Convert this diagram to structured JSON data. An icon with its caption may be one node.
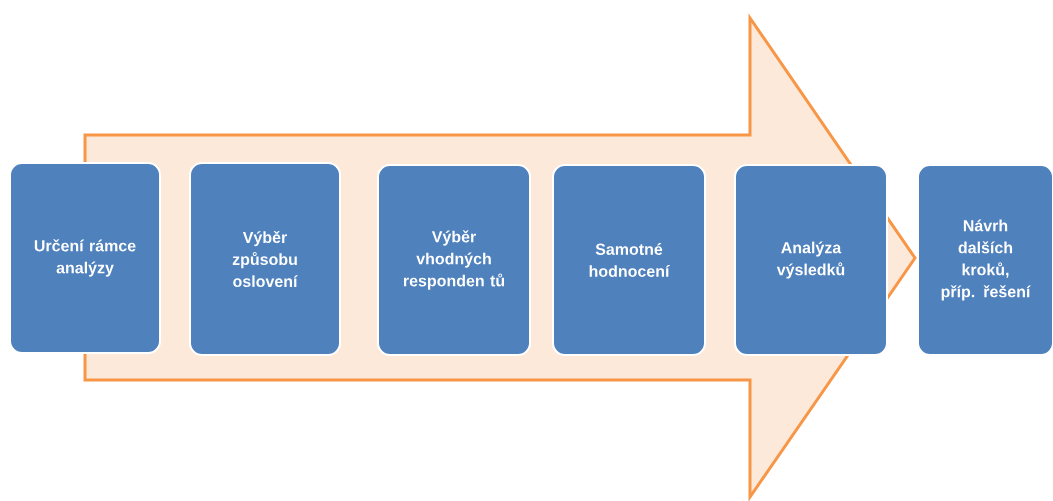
{
  "diagram": {
    "nodes": [
      {
        "text": [
          "Určení rámce analýzy"
        ]
      },
      {
        "text": [
          "Výběr způsobu oslovení"
        ]
      },
      {
        "text": [
          "Výběr vhodných responden tů"
        ]
      },
      {
        "text": [
          "Samotné hodnocení"
        ]
      },
      {
        "text": [
          "Analýza výsledků"
        ]
      },
      {
        "text": [
          "Návrh dalších kroků, příp. řešení"
        ]
      }
    ],
    "edges": [
      {
        "from": 0,
        "to": 5,
        "arrow": "to"
      }
    ]
  }
}
